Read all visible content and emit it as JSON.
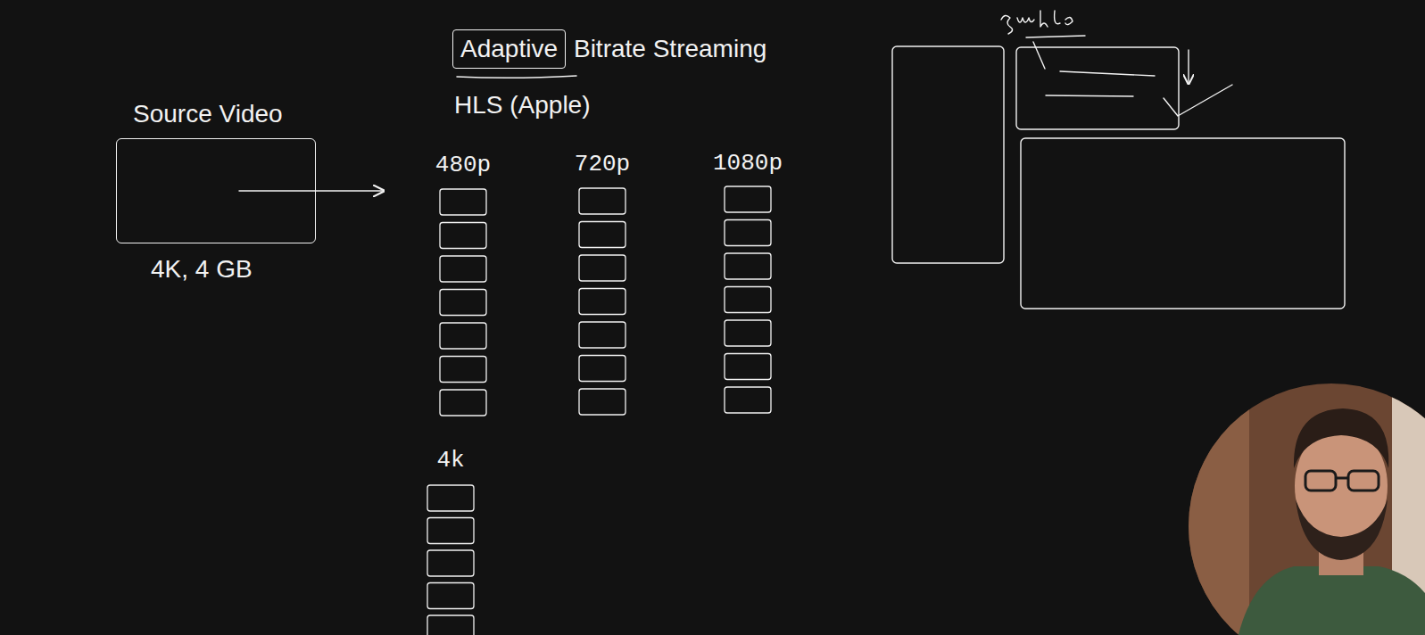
{
  "diagram": {
    "nodes": [
      {
        "text": [
          "Adaptive"
        ]
      },
      {
        "text": [
          "Source Video",
          "4K, 4 GB"
        ]
      }
    ],
    "labels": [
      "Bitrate Streaming",
      "HLS (Apple)",
      "480p",
      "720p",
      "1080p",
      "4k"
    ]
  }
}
